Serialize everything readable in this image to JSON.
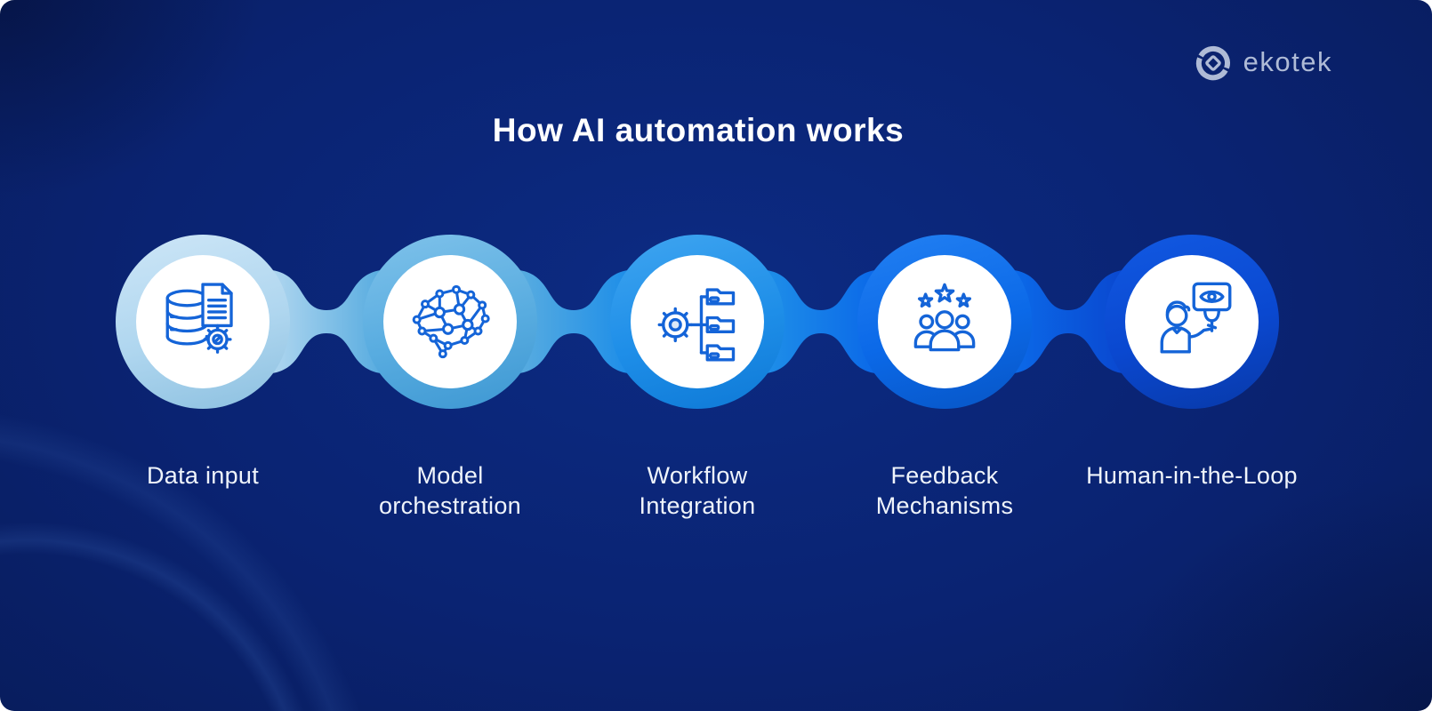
{
  "title": "How AI automation works",
  "brand": {
    "name": "ekotek"
  },
  "colors": {
    "icon_stroke": "#1464D8",
    "inner_circle": "#FFFFFF",
    "title": "#FFFFFF",
    "label": "#EFF4FB",
    "logo": "#AFBBD6",
    "background": "#0A2372"
  },
  "steps": [
    {
      "label": "Data input",
      "lines": [
        "Data input"
      ],
      "icon": "database-document-gear-icon",
      "ring": {
        "light": "#CDE6F7",
        "base": "#AFD6EF",
        "dark": "#8CC0E0"
      }
    },
    {
      "label": "Model orchestration",
      "lines": [
        "Model",
        "orchestration"
      ],
      "icon": "neural-network-brain-icon",
      "ring": {
        "light": "#7FC2EA",
        "base": "#58ACE0",
        "dark": "#3D97D2"
      }
    },
    {
      "label": "Workflow Integration",
      "lines": [
        "Workflow",
        "Integration"
      ],
      "icon": "gear-folders-icon",
      "ring": {
        "light": "#3FA5F0",
        "base": "#1E8EE8",
        "dark": "#0E79D6"
      }
    },
    {
      "label": "Feedback Mechanisms",
      "lines": [
        "Feedback",
        "Mechanisms"
      ],
      "icon": "people-stars-icon",
      "ring": {
        "light": "#2280F2",
        "base": "#0B69E8",
        "dark": "#0755C5"
      }
    },
    {
      "label": "Human-in-the-Loop",
      "lines": [
        "Human-in-the-Loop"
      ],
      "icon": "person-eye-sign-icon",
      "ring": {
        "light": "#1159E2",
        "base": "#0A48D0",
        "dark": "#0839A8"
      }
    }
  ]
}
